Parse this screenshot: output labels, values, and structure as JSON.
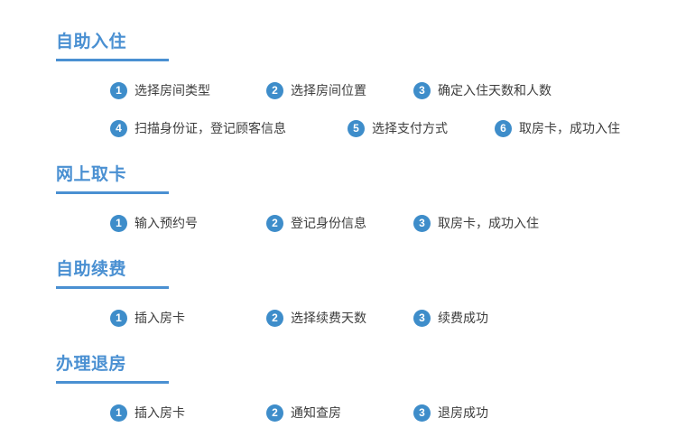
{
  "colors": {
    "accent_blue": "#4a90d2",
    "circle_blue": "#3e8dca",
    "step_text": "#3d3d3d",
    "background": "#ffffff"
  },
  "sections": [
    {
      "title": "自助入住",
      "rows": [
        [
          {
            "num": "1",
            "label": "选择房间类型"
          },
          {
            "num": "2",
            "label": "选择房间位置"
          },
          {
            "num": "3",
            "label": "确定入住天数和人数"
          }
        ],
        [
          {
            "num": "4",
            "label": "扫描身份证，登记顾客信息"
          },
          {
            "num": "5",
            "label": "选择支付方式"
          },
          {
            "num": "6",
            "label": "取房卡，成功入住"
          }
        ]
      ]
    },
    {
      "title": "网上取卡",
      "rows": [
        [
          {
            "num": "1",
            "label": "输入预约号"
          },
          {
            "num": "2",
            "label": "登记身份信息"
          },
          {
            "num": "3",
            "label": "取房卡，成功入住"
          }
        ]
      ]
    },
    {
      "title": "自助续费",
      "rows": [
        [
          {
            "num": "1",
            "label": "插入房卡"
          },
          {
            "num": "2",
            "label": "选择续费天数"
          },
          {
            "num": "3",
            "label": "续费成功"
          }
        ]
      ]
    },
    {
      "title": "办理退房",
      "rows": [
        [
          {
            "num": "1",
            "label": "插入房卡"
          },
          {
            "num": "2",
            "label": "通知查房"
          },
          {
            "num": "3",
            "label": "退房成功"
          }
        ]
      ]
    }
  ]
}
